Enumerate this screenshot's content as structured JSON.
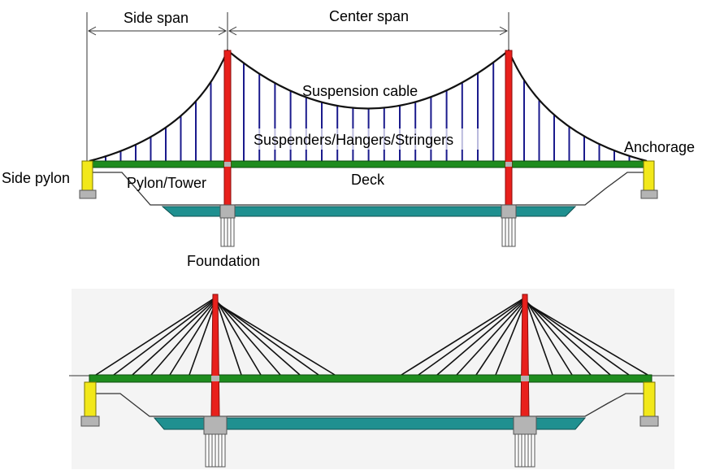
{
  "labels": {
    "side_span": "Side span",
    "center_span": "Center span",
    "suspension_cable": "Suspension cable",
    "suspenders": "Suspenders/Hangers/Stringers",
    "anchorage": "Anchorage",
    "side_pylon": "Side pylon",
    "pylon_tower": "Pylon/Tower",
    "deck": "Deck",
    "foundation": "Foundation"
  },
  "colors": {
    "tower": "#e8201c",
    "deck": "#1e8c1e",
    "water": "#1f9090",
    "hanger": "#1a1a8c",
    "side_pylon": "#f2e81a",
    "pier": "#b4b4b4",
    "cable": "#111111"
  }
}
